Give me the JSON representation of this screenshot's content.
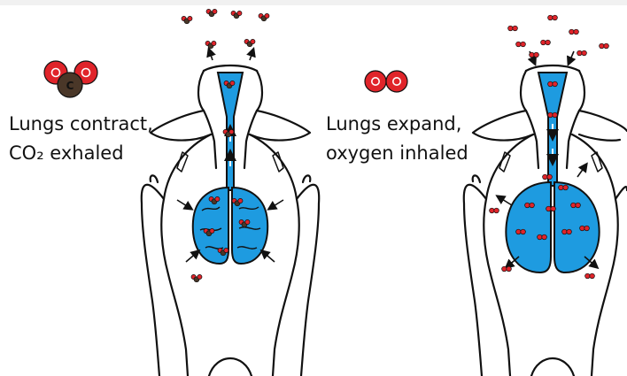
{
  "panels": {
    "exhale": {
      "line1": "Lungs contract,",
      "line2": "CO₂ exhaled",
      "molecule_atom_label": "C"
    },
    "inhale": {
      "line1": "Lungs expand,",
      "line2": "oxygen inhaled"
    }
  },
  "colors": {
    "airway_blue": "#1e9be0",
    "oxygen_red": "#e0242a",
    "carbon_brown": "#4a3728",
    "outline": "#111111"
  }
}
